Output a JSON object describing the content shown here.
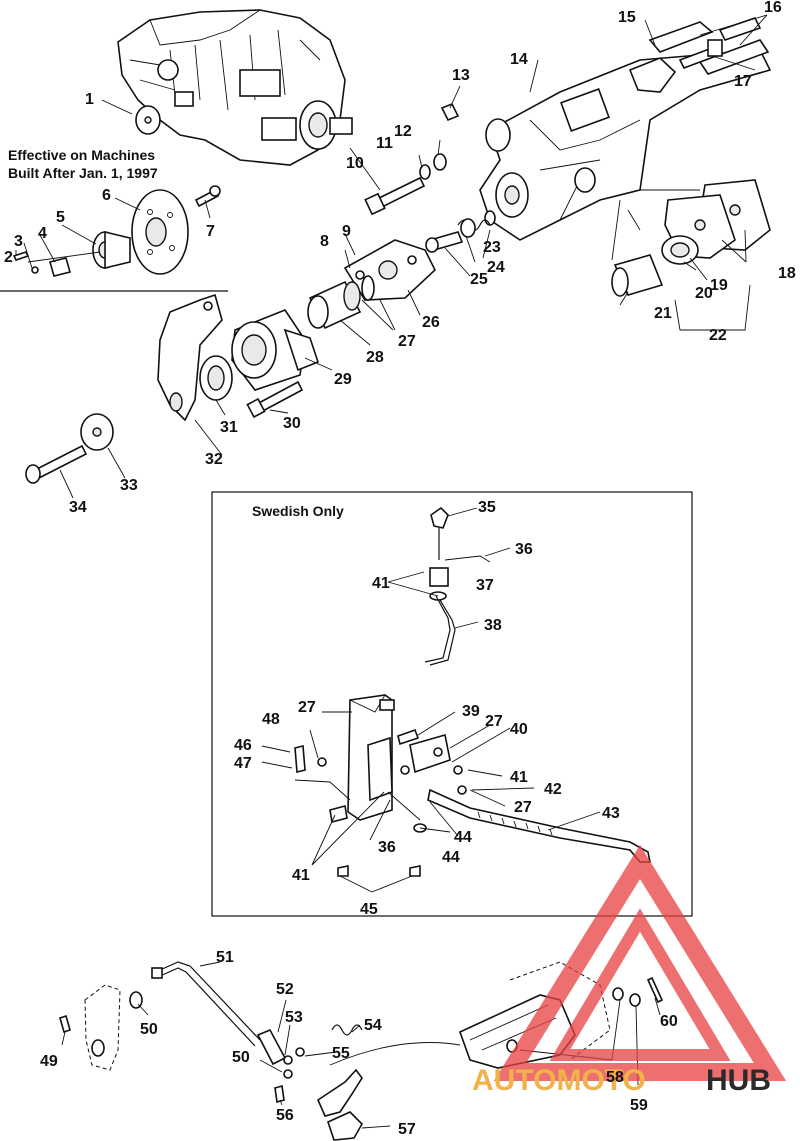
{
  "notes": {
    "effective_line1": "Effective on Machines",
    "effective_line2": "Built After Jan. 1, 1997",
    "swedish_only": "Swedish Only"
  },
  "callouts": [
    "1",
    "2",
    "3",
    "4",
    "5",
    "6",
    "7",
    "8",
    "9",
    "10",
    "11",
    "12",
    "13",
    "14",
    "15",
    "16",
    "17",
    "18",
    "19",
    "20",
    "21",
    "22",
    "23",
    "24",
    "25",
    "26",
    "27",
    "28",
    "29",
    "30",
    "31",
    "32",
    "33",
    "34",
    "35",
    "36",
    "37",
    "38",
    "39",
    "27",
    "40",
    "41",
    "41",
    "42",
    "27",
    "43",
    "44",
    "45",
    "46",
    "47",
    "48",
    "27",
    "36",
    "41",
    "44",
    "49",
    "50",
    "51",
    "52",
    "53",
    "54",
    "55",
    "50",
    "56",
    "57",
    "58",
    "59",
    "60"
  ],
  "watermark": {
    "brand_part1": "AUTOMOTO",
    "brand_part2": "HUB",
    "color_primary": "#e84040",
    "color_secondary": "#f2b24a",
    "color_dark": "#2a2a2a"
  }
}
